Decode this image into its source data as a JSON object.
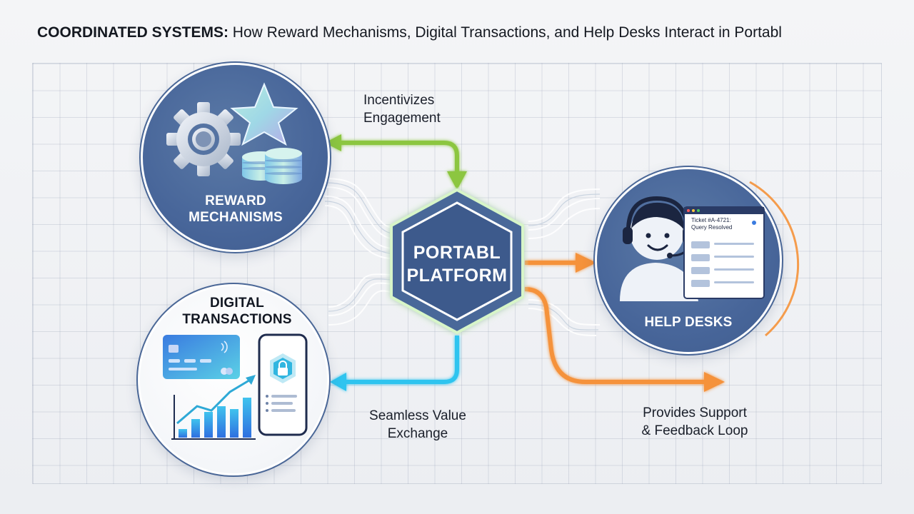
{
  "title": {
    "bold": "COORDINATED SYSTEMS:",
    "rest": " How Reward Mechanisms, Digital Transactions, and Help Desks Interact in Portabl"
  },
  "nodes": {
    "reward": {
      "label_line1": "REWARD",
      "label_line2": "MECHANISMS"
    },
    "digital": {
      "label_line1": "DIGITAL",
      "label_line2": "TRANSACTIONS"
    },
    "helpdesk": {
      "label": "HELP DESKS",
      "ticket_line1": "Ticket #A-4721:",
      "ticket_line2": "Query Resolved"
    },
    "center": {
      "label_line1": "PORTABL",
      "label_line2": "PLATFORM"
    }
  },
  "annotations": {
    "incentivizes_line1": "Incentivizes",
    "incentivizes_line2": "Engagement",
    "seamless_line1": "Seamless Value",
    "seamless_line2": "Exchange",
    "support_line1": "Provides Support",
    "support_line2": "& Feedback Loop"
  },
  "colors": {
    "green_arrow": "#8cc63f",
    "blue_arrow": "#2ec4ef",
    "orange_arrow": "#f5923a",
    "navy": "#3f5c8e"
  },
  "icons": [
    "gear-icon",
    "star-icon",
    "coins-icon",
    "credit-card-icon",
    "bar-chart-icon",
    "phone-lock-icon",
    "headset-agent-icon",
    "ticket-window-icon"
  ]
}
